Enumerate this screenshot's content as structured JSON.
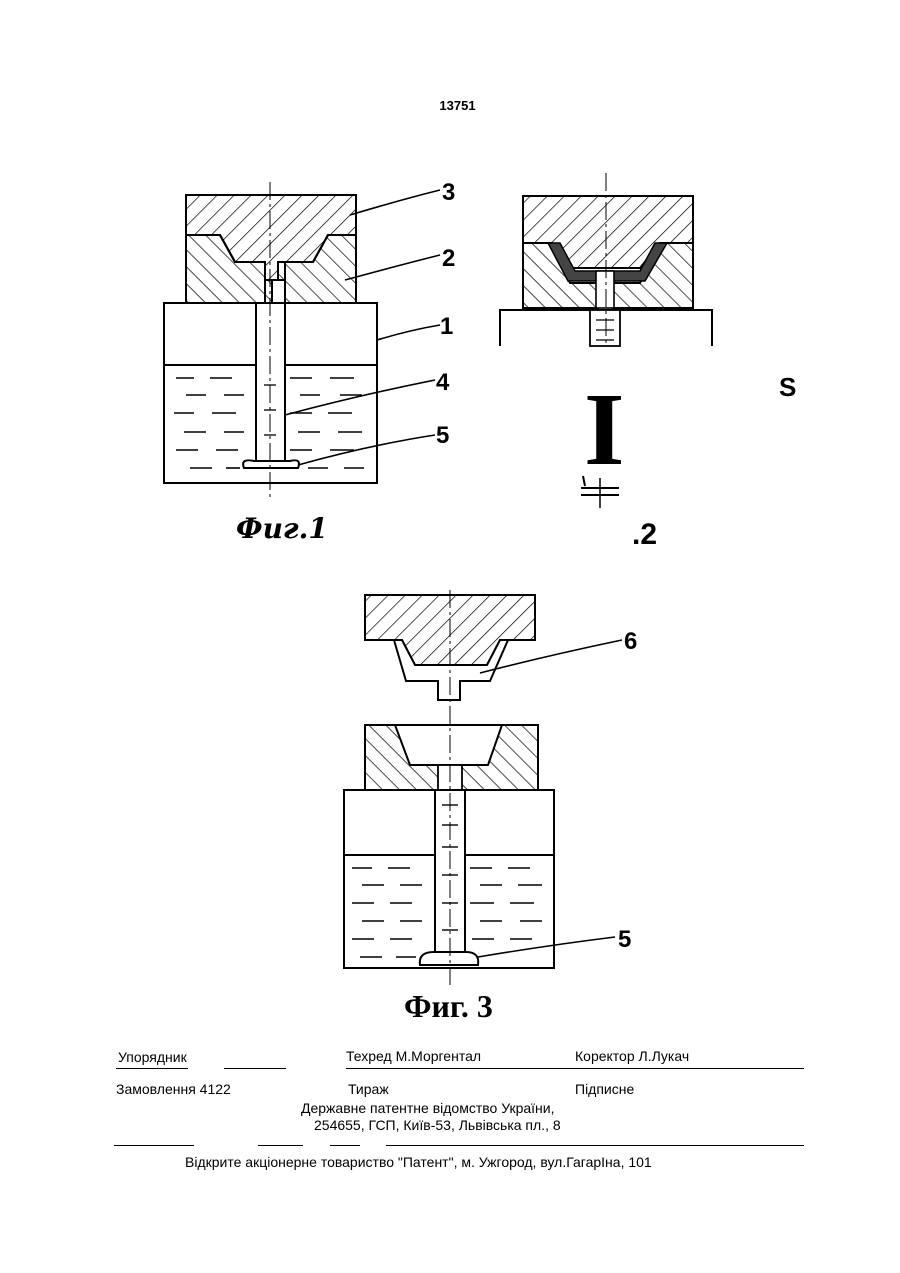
{
  "page_number": "13751",
  "figures": {
    "fig1": {
      "caption": "Фиг.1",
      "labels": [
        "3",
        "2",
        "1",
        "4",
        "5"
      ]
    },
    "fig2": {
      "caption": ".2",
      "symbol": "I",
      "side_mark": "S"
    },
    "fig3": {
      "caption": "Фиг. 3",
      "labels": [
        "6",
        "5"
      ]
    }
  },
  "footer": {
    "compiler": "Упорядник",
    "techred": "Техред М.Моргентал",
    "corrector": "Коректор Л.Лукач",
    "order": "Замовлення 4122",
    "circulation": "Тираж",
    "subscription": "Підписне",
    "office_line1": "Державне патентне відомство України,",
    "office_line2": "254655, ГСП, Київ-53, Львівська пл., 8",
    "printer": "Відкрите акціонерне товариство \"Патент\", м. Ужгород, вул.ГагарІна, 101"
  }
}
